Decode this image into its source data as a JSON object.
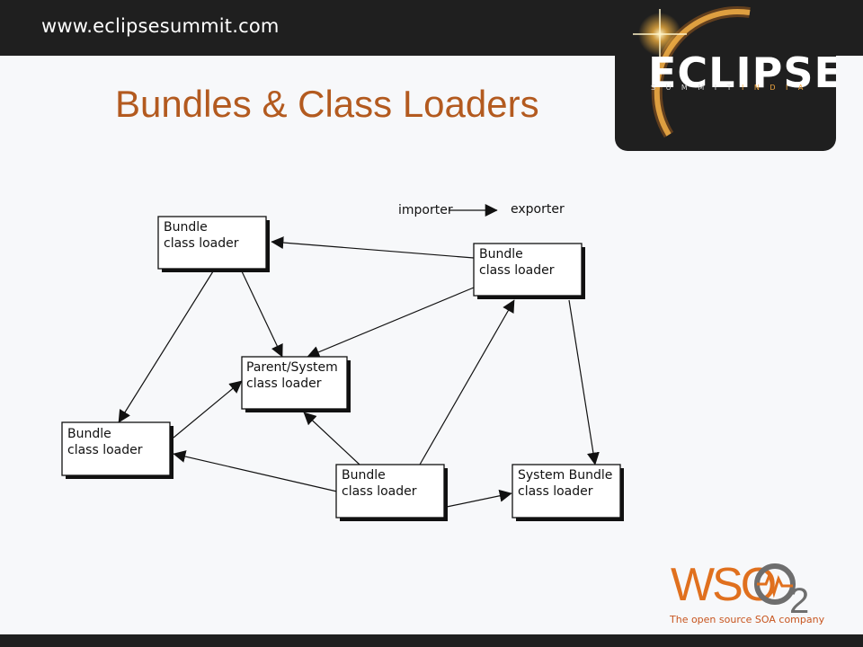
{
  "header": {
    "site_url": "www.eclipsesummit.com"
  },
  "logo": {
    "main": "ECLIPSE",
    "sub_summit": "SUMMIT",
    "sub_india": "INDIA"
  },
  "slide": {
    "title": "Bundles & Class Loaders"
  },
  "legend": {
    "from": "importer",
    "to": "exporter"
  },
  "nodes": [
    {
      "id": "bundle-top-left",
      "line1": "Bundle",
      "line2": "class loader"
    },
    {
      "id": "bundle-top-right",
      "line1": "Bundle",
      "line2": "class loader"
    },
    {
      "id": "parent-system",
      "line1": "Parent/System",
      "line2": "class loader"
    },
    {
      "id": "bundle-left",
      "line1": "Bundle",
      "line2": "class loader"
    },
    {
      "id": "bundle-bottom",
      "line1": "Bundle",
      "line2": "class loader"
    },
    {
      "id": "system-bundle",
      "line1": "System Bundle",
      "line2": "class loader"
    }
  ],
  "footer_logo": {
    "brand": "WSO",
    "brand_sub": "2",
    "tagline": "The open source SOA company"
  },
  "colors": {
    "bar": "#1f1f1f",
    "title": "#b35a1f",
    "wso2_orange": "#e0701e",
    "wso2_gray": "#6e6e6e"
  }
}
